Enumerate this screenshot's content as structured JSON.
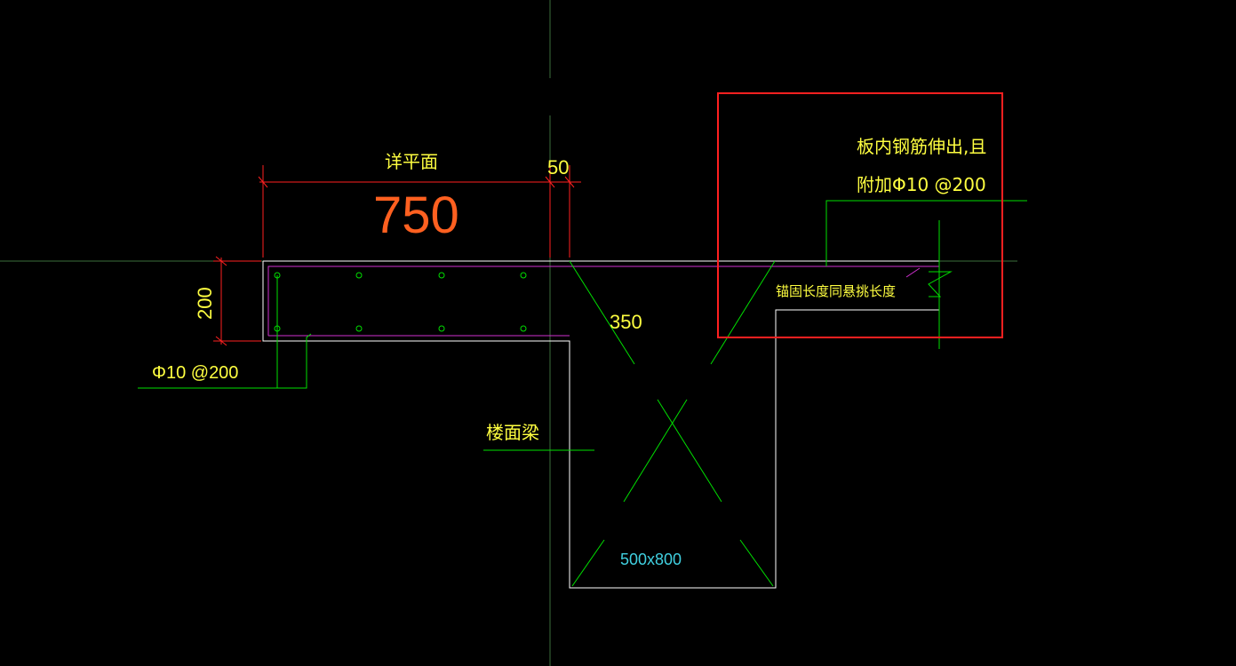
{
  "drawing": {
    "background": "#000000",
    "colors": {
      "crosshair": "#3c6e3c",
      "outline": "#ffffff",
      "leader": "#00e000",
      "rebar": "#d030d0",
      "dimension": "#ff2020",
      "dimension_text": "#ff6020",
      "label": "#ffff40",
      "section_label": "#40d0e0",
      "highlight_box": "#ff2020"
    },
    "dimensions": {
      "top_label": "详平面",
      "span_value": "750",
      "small_value": "50",
      "height_value": "200",
      "beam_offset": "350"
    },
    "labels": {
      "rebar_left": "Φ10 @200",
      "beam_name": "楼面梁",
      "beam_section": "500x800",
      "anchor_note": "锚固长度同悬挑长度",
      "note_line1": "板内钢筋伸出,且",
      "note_line2": "附加Φ10 @200"
    }
  }
}
